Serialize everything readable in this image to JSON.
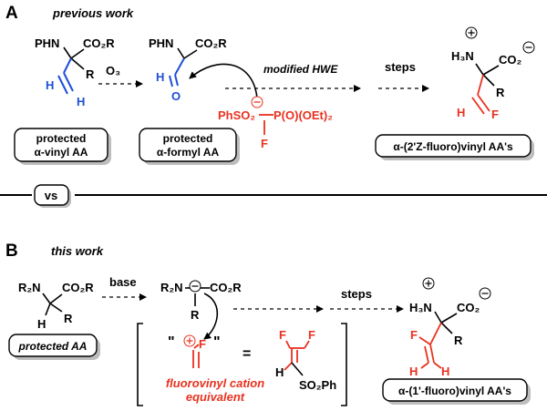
{
  "panel_a": {
    "letter": "A",
    "caption": "previous work",
    "start": {
      "nh": "PHN",
      "ester": "CO₂R",
      "r": "R",
      "h1": "H",
      "h2": "H",
      "label": [
        "protected",
        "α-vinyl AA"
      ]
    },
    "reagent": "O₃",
    "aldehyde": {
      "nh": "PHN",
      "ester": "CO₂R",
      "h": "H",
      "o": "O",
      "label": [
        "protected",
        "α-formyl AA"
      ]
    },
    "hwe": {
      "label": "modified HWE",
      "left": "PhSO₂",
      "right": "P(O)(OEt)₂",
      "f": "F",
      "charge": "⊖"
    },
    "steps": "steps",
    "product": {
      "nh3": "H₃N",
      "co2": "CO₂",
      "r": "R",
      "f": "F",
      "label": "α-(2'Z-fluoro)vinyl AA's",
      "plus": "+",
      "minus": "−"
    }
  },
  "divider": {
    "label": "vs"
  },
  "panel_b": {
    "letter": "B",
    "caption": "this work",
    "start": {
      "nh": "R₂N",
      "ester": "CO₂R",
      "h": "H",
      "r": "R",
      "label": "protected AA"
    },
    "reagent": "base",
    "anion": {
      "nh": "R₂N",
      "ester": "CO₂R",
      "r": "R",
      "minus": "−"
    },
    "cation": {
      "quote": "\"",
      "f": "F",
      "plus": "+",
      "equals": "=",
      "label": [
        "fluorovinyl cation",
        "equivalent"
      ]
    },
    "sulfone": {
      "f1": "F",
      "f2": "F",
      "h": "H",
      "so2ph": "SO₂Ph"
    },
    "steps": "steps",
    "product": {
      "nh3": "H₃N",
      "co2": "CO₂",
      "f": "F",
      "r": "R",
      "h1": "H",
      "h2": "H",
      "label": "α-(1'-fluoro)vinyl AA's",
      "plus": "+",
      "minus": "−"
    }
  }
}
